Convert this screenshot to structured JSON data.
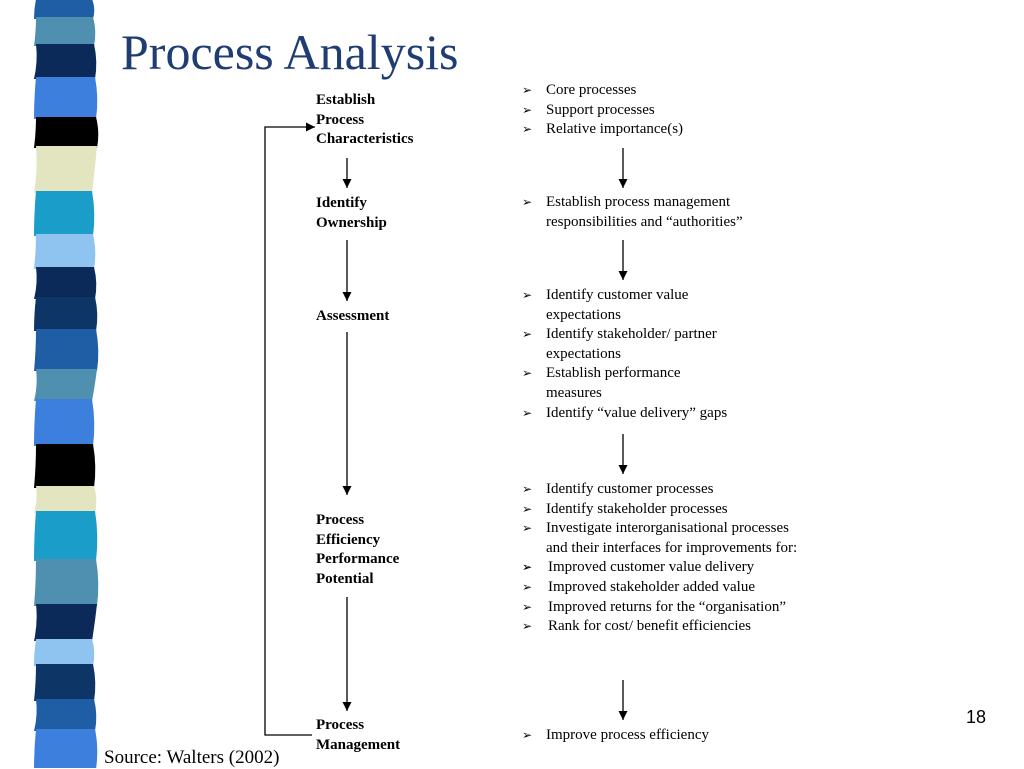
{
  "slide": {
    "title": "Process Analysis",
    "page_number": "18",
    "source": "Source: Walters (2002)"
  },
  "colors": {
    "title": "#1f3d73",
    "stripe": [
      "#1f5da5",
      "#4f8fb0",
      "#0b2a5a",
      "#3d7fdc",
      "#000000",
      "#e3e4c0",
      "#1a9dc9",
      "#8fc4f0",
      "#0d3566"
    ]
  },
  "steps": [
    {
      "lines": [
        "Establish",
        "Process",
        "Characteristics"
      ]
    },
    {
      "lines": [
        "Identify",
        "Ownership"
      ]
    },
    {
      "lines": [
        "Assessment"
      ]
    },
    {
      "lines": [
        "Process",
        "Efficiency",
        "Performance",
        "Potential"
      ]
    },
    {
      "lines": [
        "Process",
        "Management"
      ]
    }
  ],
  "bullets": [
    {
      "items": [
        "Core processes",
        "Support processes",
        "Relative importance(s)"
      ]
    },
    {
      "items": [
        "Establish process management responsibilities and “authorities”"
      ]
    },
    {
      "items": [
        "Identify customer value expectations",
        "Identify stakeholder/ partner expectations",
        "Establish performance measures",
        "Identify “value delivery” gaps"
      ]
    },
    {
      "items": [
        "Identify customer processes",
        "Identify stakeholder processes",
        "Investigate interorganisational processes and their interfaces for improvements for:"
      ],
      "sub_items": [
        "Improved customer value delivery",
        "Improved stakeholder added value",
        "Improved returns for the “organisation”",
        "Rank for cost/ benefit efficiencies"
      ]
    },
    {
      "items": [
        "Improve process efficiency"
      ]
    }
  ]
}
